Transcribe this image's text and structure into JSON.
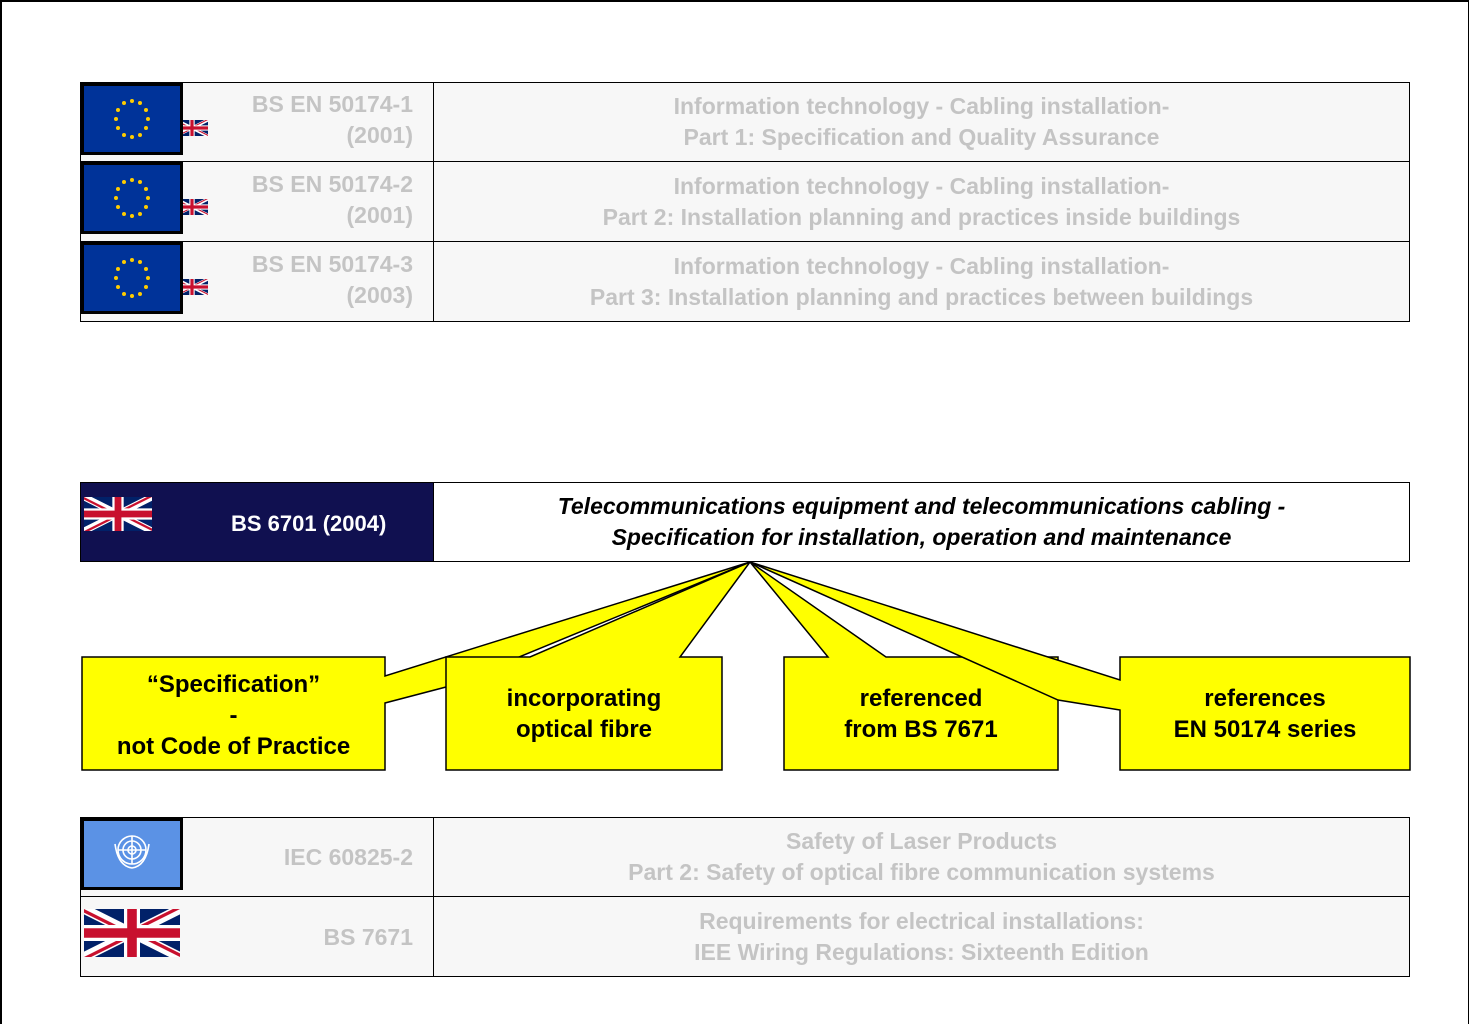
{
  "top_standards": [
    {
      "code_line1": "BS EN 50174-1",
      "code_line2": "(2001)",
      "desc_line1": "Information technology - Cabling installation-",
      "desc_line2": "Part 1: Specification and Quality Assurance",
      "flags": [
        "eu-flag-icon",
        "uk-flag-icon"
      ]
    },
    {
      "code_line1": "BS EN 50174-2",
      "code_line2": "(2001)",
      "desc_line1": "Information technology - Cabling installation-",
      "desc_line2": "Part 2: Installation planning and practices inside buildings",
      "flags": [
        "eu-flag-icon",
        "uk-flag-icon"
      ]
    },
    {
      "code_line1": "BS EN 50174-3",
      "code_line2": "(2003)",
      "desc_line1": "Information technology - Cabling installation-",
      "desc_line2": "Part 3: Installation planning and practices between buildings",
      "flags": [
        "eu-flag-icon",
        "uk-flag-icon"
      ]
    }
  ],
  "main_standard": {
    "code": "BS 6701 (2004)",
    "desc_line1": "Telecommunications equipment and telecommunications cabling -",
    "desc_line2": "Specification for installation, operation and maintenance",
    "flag": "uk-flag-icon",
    "code_bg": "#101050"
  },
  "callouts": [
    {
      "line1": "“Specification”",
      "line2": "-",
      "line3": "not Code of Practice"
    },
    {
      "line1": "incorporating",
      "line2": "optical fibre"
    },
    {
      "line1": "referenced",
      "line2": "from BS 7671"
    },
    {
      "line1": "references",
      "line2": "EN 50174 series"
    }
  ],
  "callout_color": "#ffff00",
  "bottom_standards": [
    {
      "code": "IEC 60825-2",
      "desc_line1": "Safety of Laser Products",
      "desc_line2": "Part 2: Safety of optical fibre communication systems",
      "flag": "un-flag-icon"
    },
    {
      "code": "BS 7671",
      "desc_line1": "Requirements for electrical installations:",
      "desc_line2": "IEE Wiring Regulations: Sixteenth Edition",
      "flag": "uk-flag-icon"
    }
  ],
  "faded_text_color": "#c4c4c4"
}
